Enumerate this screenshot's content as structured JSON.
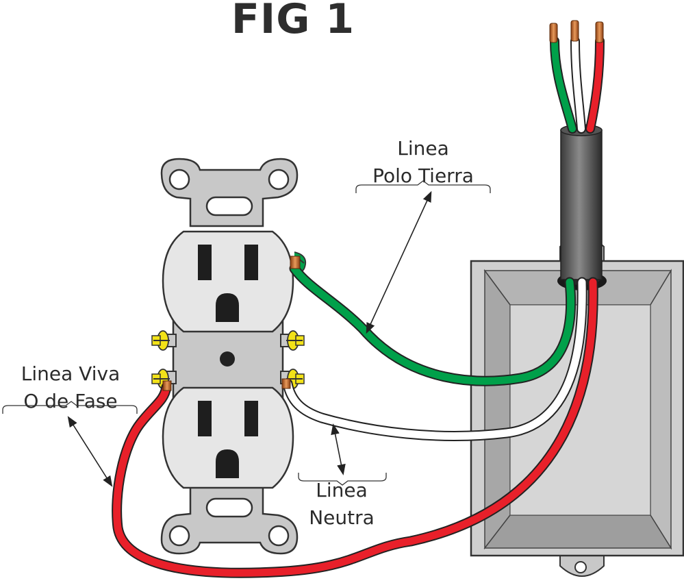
{
  "figure": {
    "title": "FIG 1"
  },
  "labels": {
    "ground_line1": "Linea",
    "ground_line2": "Polo Tierra",
    "live_line1": "Linea Viva",
    "live_line2": "O de Fase",
    "neutral_line1": "Linea",
    "neutral_line2": "Neutra"
  },
  "colors": {
    "ground_wire": "#00a04a",
    "neutral_wire": "#ffffff",
    "live_wire": "#e8202a",
    "box_gray": "#c8c8c8",
    "outlet_face": "#e6e6e6",
    "screw_brass": "#f2e218",
    "copper": "#c8692a"
  }
}
